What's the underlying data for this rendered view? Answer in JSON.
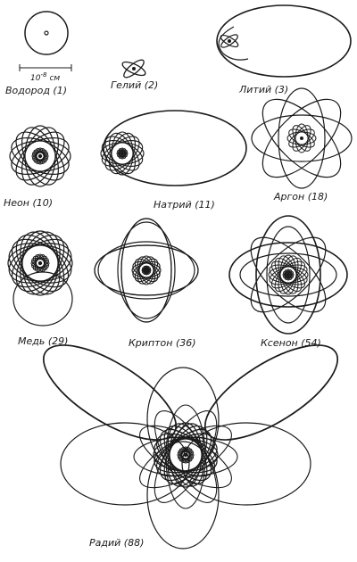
{
  "scale": {
    "value": "10",
    "exponent": "-8",
    "unit": "см"
  },
  "atoms": [
    {
      "id": "hydrogen",
      "label": "Водород (1)"
    },
    {
      "id": "helium",
      "label": "Гелий (2)"
    },
    {
      "id": "lithium",
      "label": "Литий (3)"
    },
    {
      "id": "neon",
      "label": "Неон (10)"
    },
    {
      "id": "sodium",
      "label": "Натрий (11)"
    },
    {
      "id": "argon",
      "label": "Аргон (18)"
    },
    {
      "id": "copper",
      "label": "Медь (29)"
    },
    {
      "id": "krypton",
      "label": "Криптон (36)"
    },
    {
      "id": "xenon",
      "label": "Ксенон (54)"
    },
    {
      "id": "radium",
      "label": "Радий (88)"
    }
  ]
}
